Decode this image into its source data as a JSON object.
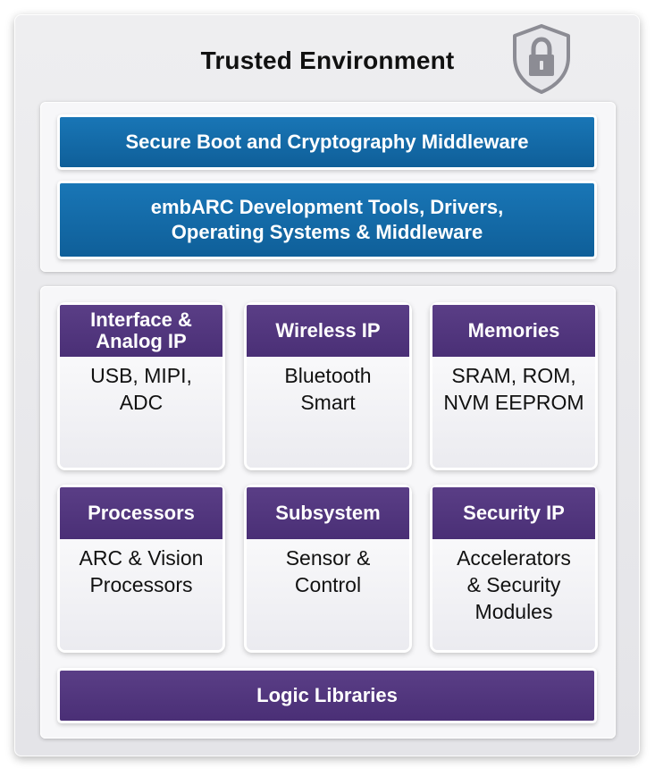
{
  "title": "Trusted Environment",
  "icons": {
    "shield": "shield-lock-icon"
  },
  "colors": {
    "blue_bar": "#1670ad",
    "purple": "#533880",
    "background": "#e9e9ec"
  },
  "software": {
    "secure_boot": "Secure Boot and Cryptography Middleware",
    "embarc": "embARC Development Tools, Drivers,\nOperating Systems & Middleware"
  },
  "blocks": [
    {
      "header": "Interface &\nAnalog IP",
      "body": "USB, MIPI,\nADC"
    },
    {
      "header": "Wireless IP",
      "body": "Bluetooth\nSmart"
    },
    {
      "header": "Memories",
      "body": "SRAM, ROM,\nNVM EEPROM"
    },
    {
      "header": "Processors",
      "body": "ARC & Vision\nProcessors"
    },
    {
      "header": "Subsystem",
      "body": "Sensor &\nControl"
    },
    {
      "header": "Security IP",
      "body": "Accelerators\n& Security\nModules"
    }
  ],
  "logic_libraries": "Logic Libraries"
}
